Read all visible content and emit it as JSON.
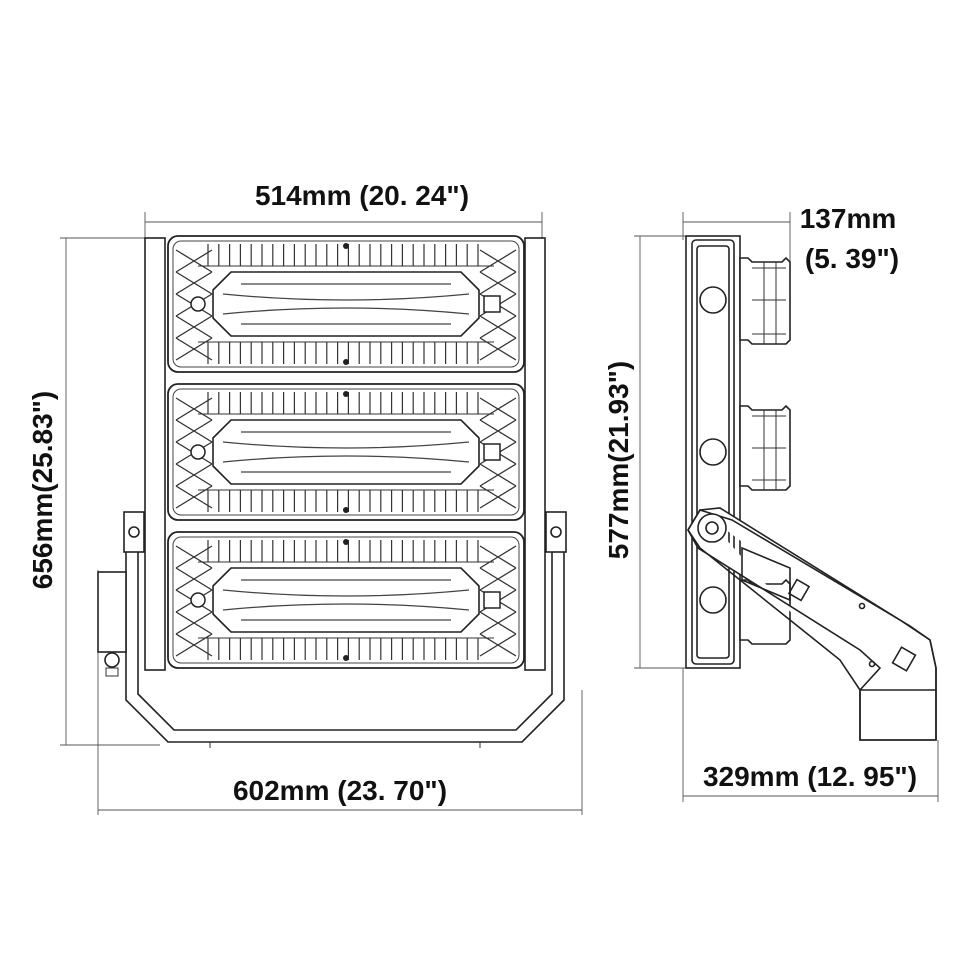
{
  "dimensions": {
    "front_width": "514mm (20. 24\")",
    "front_height": "656mm(25.83\")",
    "bracket_width": "602mm (23. 70\")",
    "side_depth_line1": "137mm",
    "side_depth_line2": "(5. 39\")",
    "side_height": "577mm(21.93\")",
    "side_width": "329mm (12. 95\")"
  }
}
